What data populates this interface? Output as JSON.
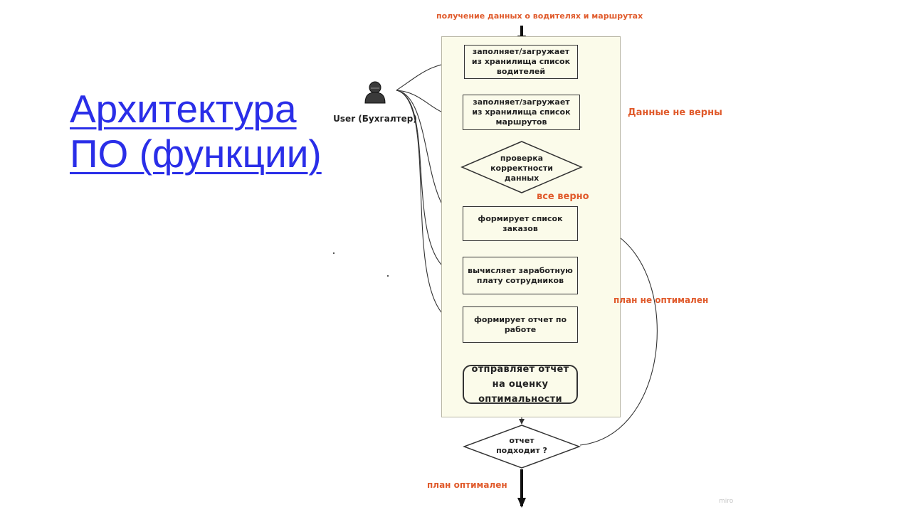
{
  "title": [
    "Архитектура",
    "ПО (функции)"
  ],
  "user": {
    "label": "User (Бухгалтер)"
  },
  "top_note": "получение данных о водителях и маршрутах",
  "steps": [
    "заполняет/загружает из хранилища список водителей",
    "заполняет/загружает из хранилища список маршрутов",
    "формирует список заказов",
    "вычисляет заработную плату сотрудников",
    "формирует отчет по работе",
    "отправляет отчет на оценку оптимальности"
  ],
  "decisions": {
    "data_check": "проверка корректности данных",
    "report_ok": "отчет подходит ?"
  },
  "notes": {
    "data_invalid": "Данные не верны",
    "all_correct": "все верно",
    "plan_not_optimal": "план не оптимален",
    "plan_optimal": "план оптимален"
  },
  "watermark": "miro"
}
